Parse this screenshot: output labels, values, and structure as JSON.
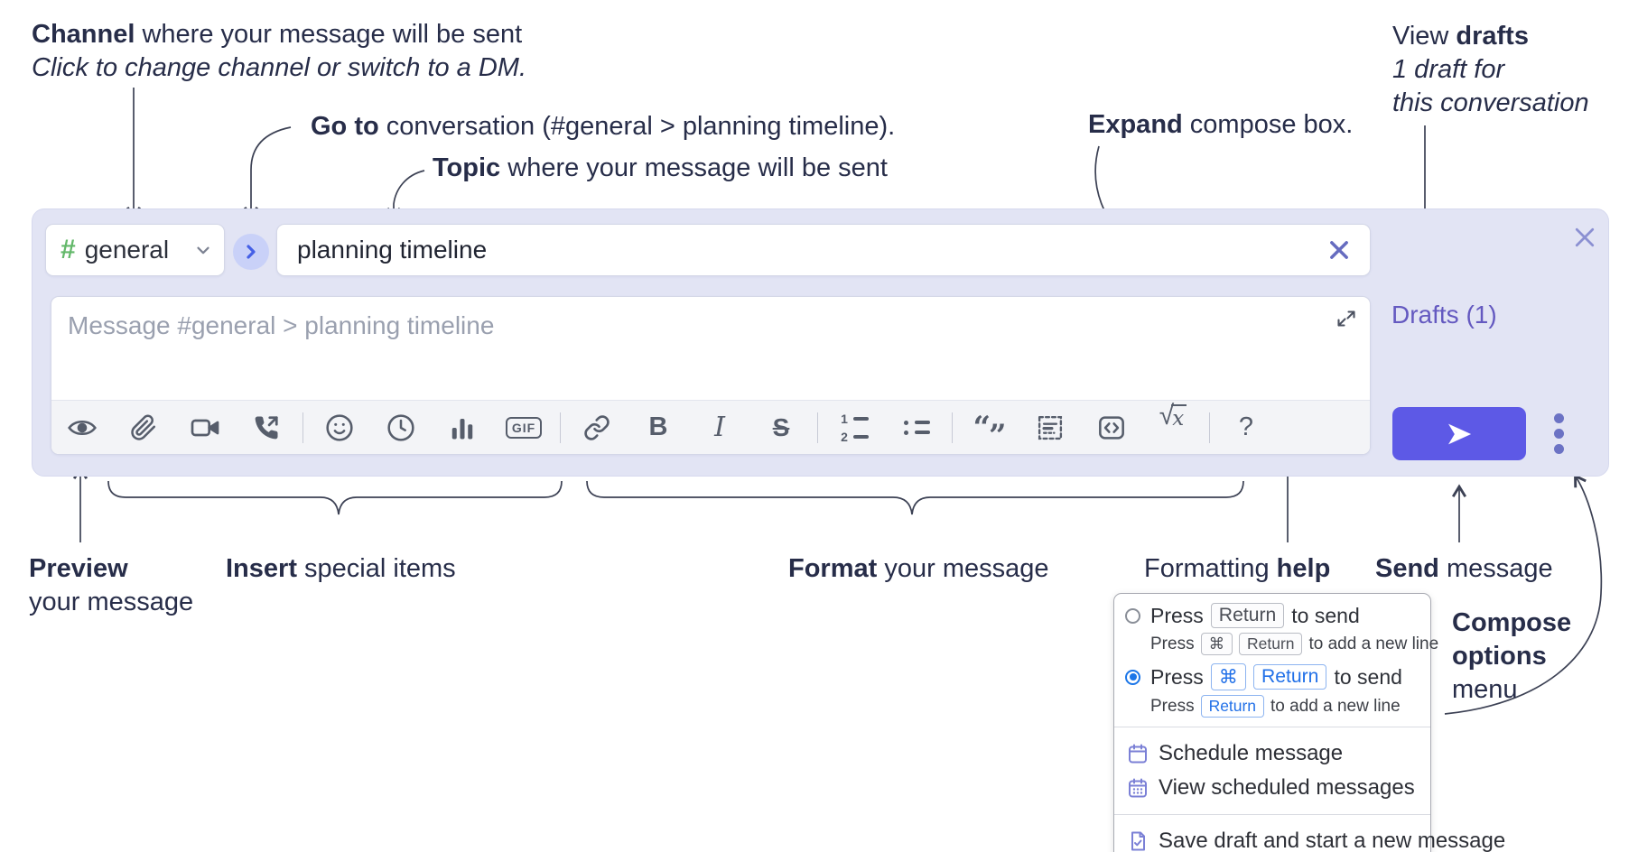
{
  "annotations": {
    "channel": {
      "bold": "Channel",
      "rest": " where your message will be sent",
      "line2": "Click to change channel or switch to a DM."
    },
    "goto": {
      "bold": "Go to",
      "rest": " conversation (#general > planning timeline)."
    },
    "topic": {
      "bold": "Topic",
      "rest": " where your message will be sent"
    },
    "expand": {
      "bold": "Expand",
      "rest": " compose box."
    },
    "view_drafts": {
      "pre": "View ",
      "bold": "drafts",
      "line2": "1 draft for",
      "line3": "this conversation"
    },
    "preview": {
      "bold": "Preview",
      "line2": "your message"
    },
    "insert": {
      "bold": "Insert",
      "rest": " special items"
    },
    "format": {
      "bold": "Format",
      "rest": " your message"
    },
    "formatting_help": {
      "pre": "Formatting ",
      "bold": "help"
    },
    "send": {
      "bold": "Send",
      "rest": " message"
    },
    "compose_options": {
      "line1": "Compose",
      "line2": "options",
      "line3": "menu"
    }
  },
  "compose": {
    "channel_selector": {
      "hash": "#",
      "label": "general"
    },
    "topic_input": {
      "value": "planning timeline"
    },
    "drafts_link": "Drafts (1)",
    "message": {
      "placeholder": "Message #general > planning timeline"
    },
    "toolbar_icons": [
      "preview",
      "attach-file",
      "start-video-call",
      "start-voice-call",
      "emoji",
      "add-global-time",
      "add-poll",
      "add-gif",
      "link",
      "bold",
      "italic",
      "strikethrough",
      "numbered-list",
      "bulleted-list",
      "quote",
      "spoiler",
      "code",
      "math",
      "help"
    ],
    "gif_label": "GIF",
    "bold_glyph": "B",
    "italic_glyph": "I",
    "strike_glyph": "S",
    "quote_glyph_open": "“",
    "quote_glyph_close": "”",
    "sqrt_glyph": "√",
    "math_x": "x",
    "help_glyph": "?",
    "list_num1": "1",
    "list_num2": "2"
  },
  "popup": {
    "option_return": {
      "press": "Press",
      "key_return": "Return",
      "to_send": "to send",
      "sub_press": "Press",
      "sub_key_cmd": "⌘",
      "sub_key_return": "Return",
      "sub_rest": "to add a new line"
    },
    "option_cmd_return": {
      "press": "Press",
      "key_cmd": "⌘",
      "key_return": "Return",
      "to_send": "to send",
      "sub_press": "Press",
      "sub_key_return": "Return",
      "sub_rest": "to add a new line"
    },
    "items": [
      {
        "label": "Schedule message"
      },
      {
        "label": "View scheduled messages"
      },
      {
        "label": "Save draft and start a new message"
      }
    ]
  },
  "colors": {
    "container_bg": "#e2e4f4",
    "send_button": "#5d59e6",
    "drafts_link": "#6459c0",
    "channel_hash": "#63b86a",
    "radio_selected": "#1c76e8",
    "menu_icon_purple": "#7b80d6",
    "annotation_text": "#272d49"
  }
}
